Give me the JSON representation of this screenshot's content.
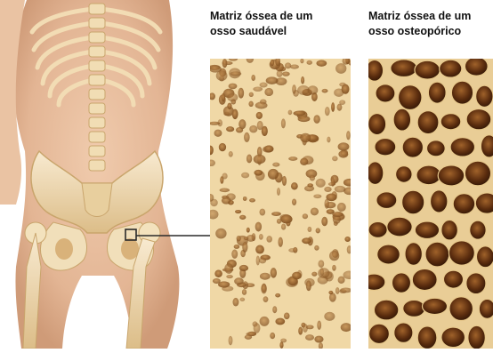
{
  "captions": {
    "healthy": {
      "line1": "Matriz óssea de um",
      "line2": "osso saudável"
    },
    "osteoporotic": {
      "line1": "Matriz óssea de um",
      "line2": "osso osteopórico"
    }
  },
  "colors": {
    "skin": "#e6bc9c",
    "skin_shadow": "#cf9d7c",
    "bone": "#f3e1b8",
    "bone_shadow": "#d7b67e",
    "matrix_light": "#f1dcae",
    "matrix_dark": "#8e5622",
    "pore_dark": "#3a1c08"
  }
}
